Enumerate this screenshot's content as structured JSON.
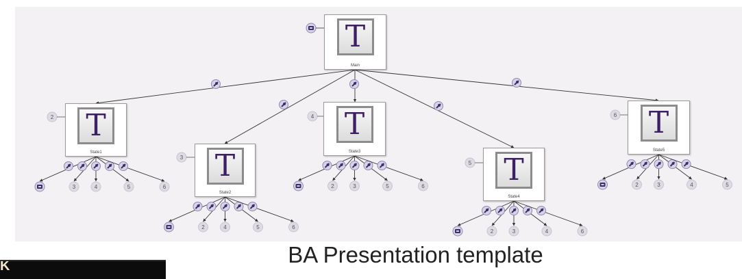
{
  "root": {
    "letter": "T",
    "label": "Main"
  },
  "states": [
    {
      "number": "2",
      "letter": "T",
      "label": "State1"
    },
    {
      "number": "3",
      "letter": "T",
      "label": "State2"
    },
    {
      "number": "4",
      "letter": "T",
      "label": "State3"
    },
    {
      "number": "5",
      "letter": "T",
      "label": "State4"
    },
    {
      "number": "6",
      "letter": "T",
      "label": "State5"
    }
  ],
  "child_targets": {
    "state1": [
      "3",
      "4",
      "5",
      "6"
    ],
    "state2": [
      "2",
      "4",
      "5",
      "6"
    ],
    "state3": [
      "2",
      "3",
      "5",
      "6"
    ],
    "state4": [
      "2",
      "3",
      "4",
      "6"
    ],
    "state5": [
      "2",
      "3",
      "4",
      "5"
    ]
  },
  "caption": "BA Presentation template",
  "colors": {
    "canvas": "#f4f1f5",
    "icon_letter": "#3d1f63",
    "connector": "#7b7596"
  }
}
